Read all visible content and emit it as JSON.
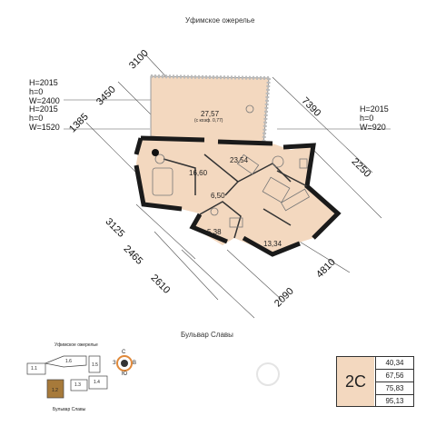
{
  "streets": {
    "top": "Уфимское ожерелье",
    "bottom": "Бульвар Славы"
  },
  "openings": [
    {
      "h": "H=2015",
      "depth": "h=0",
      "w": "W=2400"
    },
    {
      "h": "H=2015",
      "depth": "h=0",
      "w": "W=1520"
    },
    {
      "h": "H=2015",
      "depth": "h=0",
      "w": "W=920"
    }
  ],
  "dimensions": [
    "3100",
    "3450",
    "1385",
    "7390",
    "2250",
    "3125",
    "2465",
    "2610",
    "2090",
    "4810"
  ],
  "rooms": [
    {
      "area": "27,57",
      "note": "(с коэф. 0,77)"
    },
    {
      "area": "16,60"
    },
    {
      "area": "23,54"
    },
    {
      "area": "6,50"
    },
    {
      "area": "5,38"
    },
    {
      "area": "13,34"
    }
  ],
  "minimap": {
    "street_top": "Уфимское ожерелье",
    "street_bottom": "Бульвар Славы",
    "sections": [
      "1.1",
      "1.2",
      "1.3",
      "1.4",
      "1.5",
      "1.6"
    ],
    "compass": [
      "С",
      "З",
      "В",
      "Ю"
    ]
  },
  "apartment": {
    "code": "2C",
    "areas": [
      "40,34",
      "67,56",
      "75,83",
      "95,13"
    ]
  },
  "colors": {
    "room_fill": "#f3d8bf",
    "wall": "#1a1a1a",
    "accent": "#e0893a"
  }
}
